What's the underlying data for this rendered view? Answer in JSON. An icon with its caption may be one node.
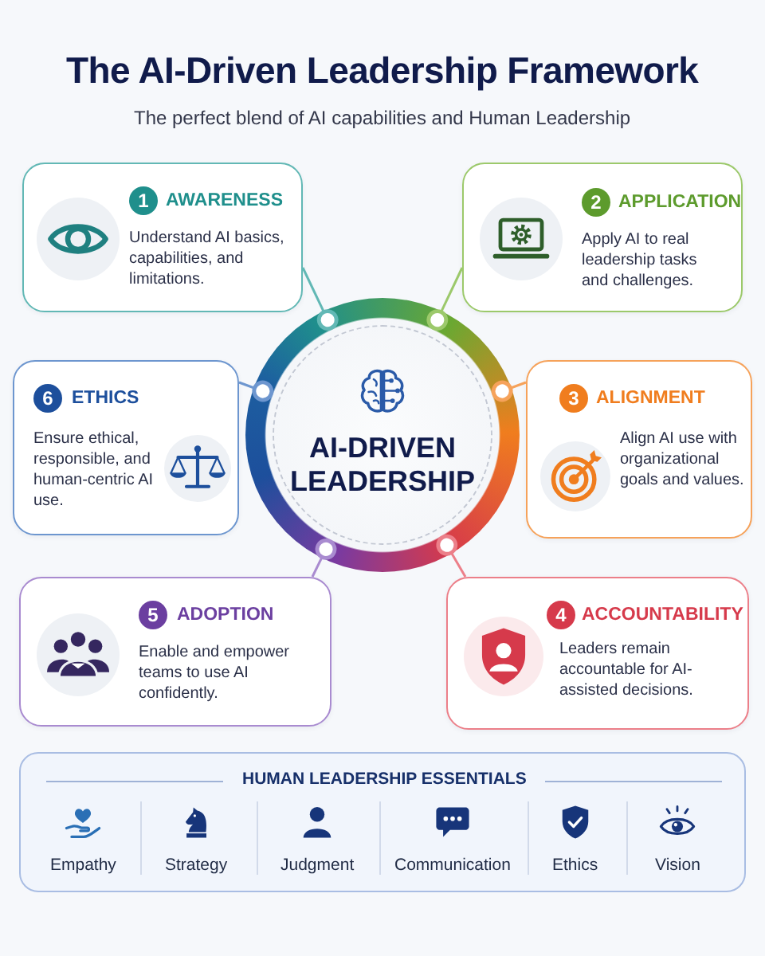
{
  "diagram": {
    "title": "The AI-Driven Leadership Framework",
    "nodes": [
      {
        "text": [
          "1",
          "AWARENESS",
          "Understand AI basics, capabilities, and limitations."
        ]
      },
      {
        "text": [
          "2",
          "APPLICATION",
          "Apply AI to real leadership tasks and challenges."
        ]
      },
      {
        "text": [
          "3",
          "ALIGNMENT",
          "Align AI use with organizational goals and values."
        ]
      },
      {
        "text": [
          "4",
          "ACCOUNTABILITY",
          "Leaders remain accountable for AI-assisted decisions."
        ]
      },
      {
        "text": [
          "5",
          "ADOPTION",
          "Enable and empower teams to use AI confidently."
        ]
      },
      {
        "text": [
          "6",
          "ETHICS",
          "Ensure ethical, responsible, and human-centric AI use."
        ]
      },
      {
        "text": [
          "AI-DRIVEN LEADERSHIP"
        ]
      },
      {
        "text": [
          "HUMAN LEADERSHIP ESSENTIALS"
        ]
      }
    ],
    "edges": [
      {
        "from": 0,
        "to": 6,
        "arrow": "other",
        "color": "#62b8b5"
      },
      {
        "from": 1,
        "to": 6,
        "arrow": "other",
        "color": "#9cc96b"
      },
      {
        "from": 2,
        "to": 6,
        "arrow": "other",
        "color": "#f6a25a"
      },
      {
        "from": 3,
        "to": 6,
        "arrow": "other",
        "color": "#ec7f89"
      },
      {
        "from": 4,
        "to": 6,
        "arrow": "other",
        "color": "#a98bd0"
      },
      {
        "from": 5,
        "to": 6,
        "arrow": "other",
        "color": "#6d96cf"
      }
    ],
    "labels": [
      "The perfect blend of AI capabilities and Human Leadership",
      "Empathy",
      "Strategy",
      "Judgment",
      "Communication",
      "Ethics",
      "Vision"
    ]
  }
}
